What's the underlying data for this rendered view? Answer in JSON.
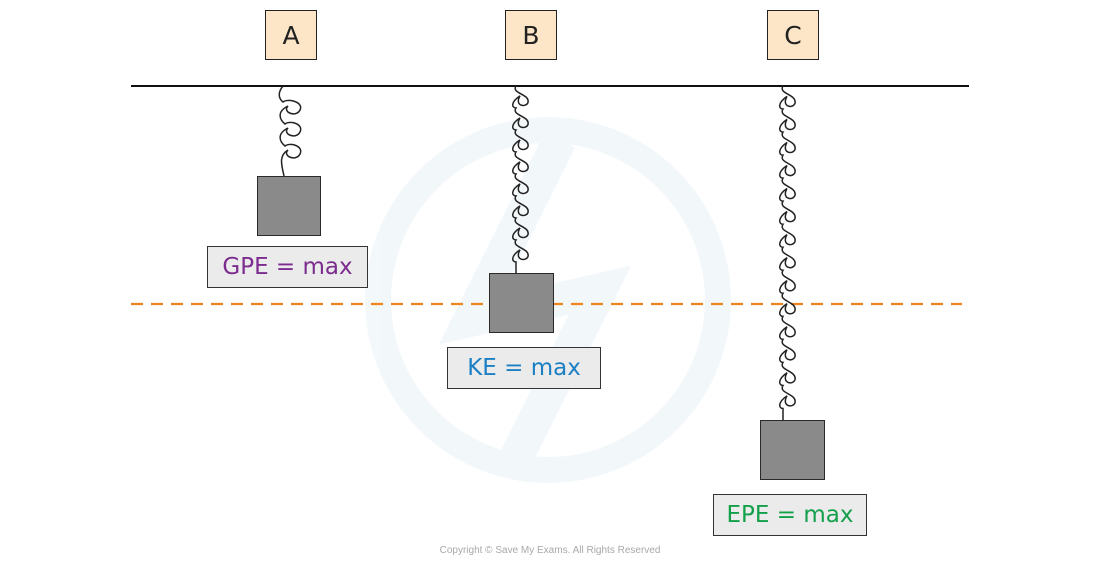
{
  "labels": {
    "a": "A",
    "b": "B",
    "c": "C"
  },
  "energy": {
    "gpe": "GPE = max",
    "ke": "KE = max",
    "epe": "EPE = max"
  },
  "copyright": "Copyright © Save My Exams. All Rights Reserved",
  "colors": {
    "label_fill": "#fde6c8",
    "box_fill": "#ebebeb",
    "gpe_text": "#7b2c8e",
    "ke_text": "#1b7fc4",
    "epe_text": "#14a04a",
    "equilibrium_line": "#f0841e",
    "mass_fill": "#8a8a8a"
  }
}
